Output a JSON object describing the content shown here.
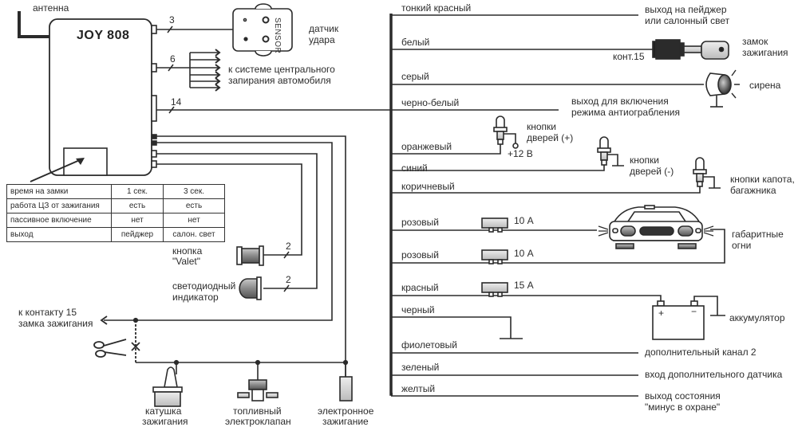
{
  "module": {
    "title": "JOY 808",
    "antenna_label": "антенна"
  },
  "left_connections": {
    "shock_sensor": {
      "wire_count": "3",
      "device_text": "SENSOR",
      "label_line1": "датчик",
      "label_line2": "удара"
    },
    "central_locking": {
      "wire_count": "6",
      "label_line1": "к системе центрального",
      "label_line2": "запирания автомобиля"
    },
    "main_harness": {
      "wire_count": "14"
    },
    "valet_button": {
      "wire_count": "2",
      "label_line1": "кнопка",
      "label_line2": "\"Valet\""
    },
    "led_indicator": {
      "wire_count": "2",
      "label_line1": "светодиодный",
      "label_line2": "индикатор"
    },
    "ignition_contact": {
      "label_line1": "к контакту 15",
      "label_line2": "замка зажигания"
    },
    "immobilizer_loads": [
      {
        "label_line1": "катушка",
        "label_line2": "зажигания"
      },
      {
        "label_line1": "топливный",
        "label_line2": "электроклапан"
      },
      {
        "label_line1": "электронное",
        "label_line2": "зажигание"
      }
    ]
  },
  "config_table": {
    "rows": [
      [
        "время на замки",
        "1 сек.",
        "3 сек."
      ],
      [
        "работа ЦЗ от зажигания",
        "есть",
        "есть"
      ],
      [
        "пассивное включение",
        "нет",
        "нет"
      ],
      [
        "выход",
        "пейджер",
        "салон. свет"
      ]
    ]
  },
  "wires": [
    {
      "color_name": "тонкий красный",
      "target_line1": "выход на пейджер",
      "target_line2": "или салонный свет"
    },
    {
      "color_name": "белый",
      "contact": "конт.15",
      "target_line1": "замок",
      "target_line2": "зажигания"
    },
    {
      "color_name": "серый",
      "target_line1": "сирена"
    },
    {
      "color_name": "черно-белый",
      "target_line1": "выход для включения",
      "target_line2": "режима антиограбления"
    },
    {
      "color_name": "оранжевый",
      "supply": "+12 В",
      "target_line1": "кнопки",
      "target_line2": "дверей (+)"
    },
    {
      "color_name": "синий",
      "target_line1": "кнопки",
      "target_line2": "дверей (-)"
    },
    {
      "color_name": "коричневый",
      "target_line1": "кнопки капота,",
      "target_line2": "багажника"
    },
    {
      "color_name": "розовый",
      "fuse": "10 А"
    },
    {
      "color_name": "розовый",
      "fuse": "10 А",
      "target_line1": "габаритные",
      "target_line2": "огни"
    },
    {
      "color_name": "красный",
      "fuse": "15 А"
    },
    {
      "color_name": "черный",
      "target_line1": "аккумулятор",
      "battery_plus": "+",
      "battery_minus": "−"
    },
    {
      "color_name": "фиолетовый",
      "target_line1": "дополнительный канал 2"
    },
    {
      "color_name": "зеленый",
      "target_line1": "вход дополнительного датчика"
    },
    {
      "color_name": "желтый",
      "target_line1": "выход состояния",
      "target_line2": "\"минус в охране\""
    }
  ]
}
